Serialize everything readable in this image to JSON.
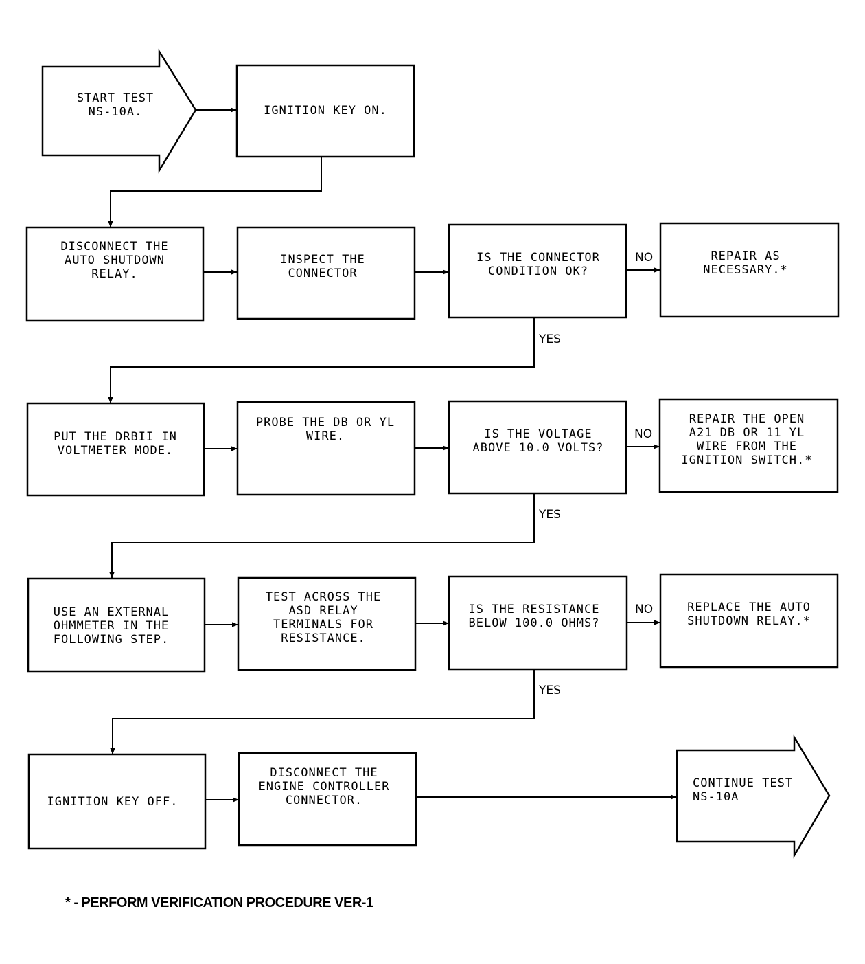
{
  "nodes": {
    "start": [
      "START TEST",
      "NS-10A."
    ],
    "ignition_on": [
      "IGNITION KEY ON."
    ],
    "disconnect_asd": [
      "DISCONNECT THE",
      "AUTO SHUTDOWN",
      "RELAY."
    ],
    "inspect_connector": [
      "INSPECT THE",
      "CONNECTOR"
    ],
    "connector_ok": [
      "IS THE CONNECTOR",
      "CONDITION OK?"
    ],
    "repair_necessary": [
      "REPAIR AS",
      "NECESSARY.*"
    ],
    "put_drbii": [
      "PUT THE DRBII IN",
      "VOLTMETER MODE."
    ],
    "probe_wire": [
      "PROBE THE DB OR YL",
      "WIRE."
    ],
    "voltage_check": [
      "IS THE VOLTAGE",
      "ABOVE 10.0 VOLTS?"
    ],
    "repair_open": [
      "REPAIR THE OPEN",
      "A21 DB OR 11 YL",
      "WIRE FROM THE",
      "IGNITION SWITCH.*"
    ],
    "use_ohmmeter": [
      "USE AN EXTERNAL",
      "OHMMETER IN THE",
      "FOLLOWING STEP."
    ],
    "test_across": [
      "TEST ACROSS THE",
      "ASD RELAY",
      "TERMINALS FOR",
      "RESISTANCE."
    ],
    "resistance_check": [
      "IS THE RESISTANCE",
      "BELOW 100.0 OHMS?"
    ],
    "replace_asd": [
      "REPLACE THE AUTO",
      "SHUTDOWN RELAY.*"
    ],
    "ignition_off": [
      "IGNITION KEY OFF."
    ],
    "disconnect_ecm": [
      "DISCONNECT THE",
      "ENGINE CONTROLLER",
      "CONNECTOR."
    ],
    "continue": [
      "CONTINUE TEST",
      "NS-10A"
    ]
  },
  "edge_labels": {
    "no1": "NO",
    "yes1": "YES",
    "no2": "NO",
    "yes2": "YES",
    "no3": "NO",
    "yes3": "YES"
  },
  "footnote": "* - PERFORM VERIFICATION PROCEDURE VER-1"
}
